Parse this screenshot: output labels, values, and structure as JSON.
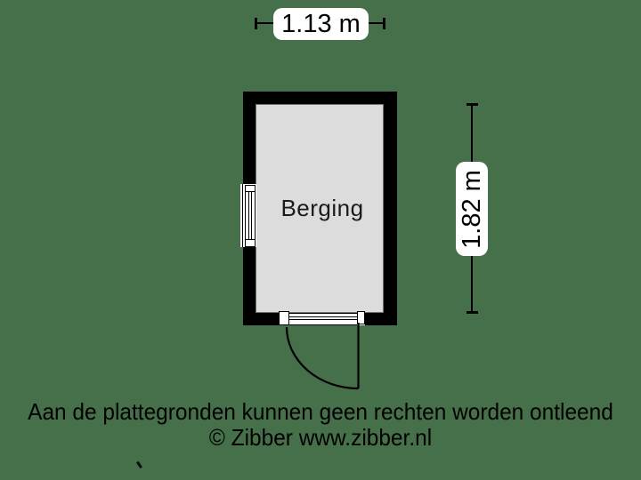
{
  "page": {
    "background_color": "#46704a"
  },
  "room": {
    "name": "Berging",
    "floor_color": "#dcdcdc",
    "wall_color": "#000000"
  },
  "dimensions": {
    "width_label": "1.13 m",
    "height_label": "1.82 m"
  },
  "footer": {
    "disclaimer": "Aan de plattegronden kunnen geen rechten worden ontleend",
    "copyright": "© Zibber www.zibber.nl"
  }
}
